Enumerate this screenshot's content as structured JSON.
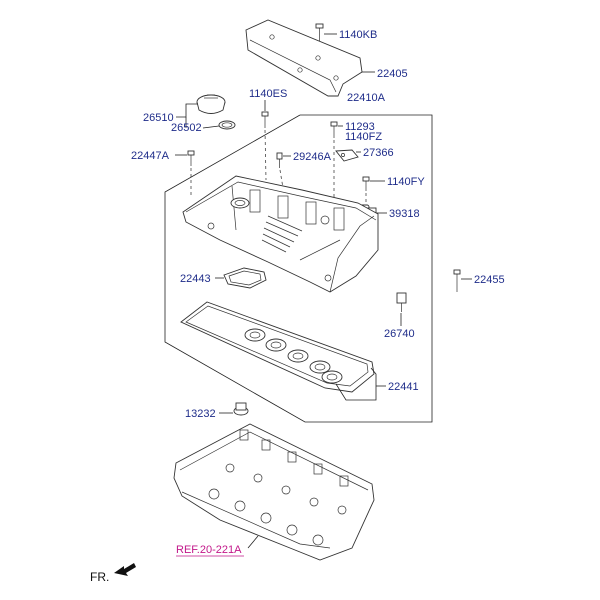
{
  "labels": {
    "p1140kb": "1140KB",
    "p22405": "22405",
    "p1140es": "1140ES",
    "p22410a": "22410A",
    "p26510": "26510",
    "p26502": "26502",
    "p11293": "11293",
    "p1140fz": "1140FZ",
    "p22447a": "22447A",
    "p29246a": "29246A",
    "p27366": "27366",
    "p1140fy": "1140FY",
    "p39318": "39318",
    "p22443": "22443",
    "p22455": "22455",
    "p26740": "26740",
    "p22441": "22441",
    "p13232": "13232",
    "ref": "REF.20-221A",
    "fr": "FR."
  },
  "colors": {
    "label": "#1f2d8a",
    "reference": "#c2188a",
    "line": "#222222"
  },
  "icons": {
    "direction": "front-arrow-icon"
  }
}
